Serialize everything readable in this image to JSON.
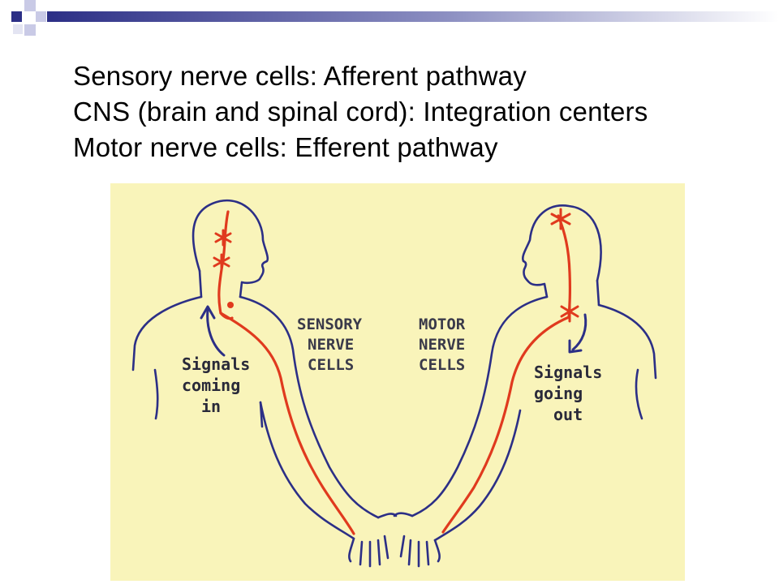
{
  "slide": {
    "lines": [
      "Sensory nerve cells: Afferent pathway",
      "CNS (brain and spinal cord): Integration centers",
      "Motor nerve cells: Efferent pathway"
    ]
  },
  "diagram": {
    "sensory_label": [
      "SENSORY",
      "NERVE",
      "CELLS"
    ],
    "motor_label": [
      "MOTOR",
      "NERVE",
      "CELLS"
    ],
    "signals_in": [
      "Signals",
      "coming",
      "in"
    ],
    "signals_out": [
      "Signals",
      "going",
      "out"
    ]
  },
  "colors": {
    "panel": "#f9f4ba",
    "outline": "#2c2f86",
    "nerve": "#e03a1e",
    "header_bar": "#2c2f86"
  }
}
